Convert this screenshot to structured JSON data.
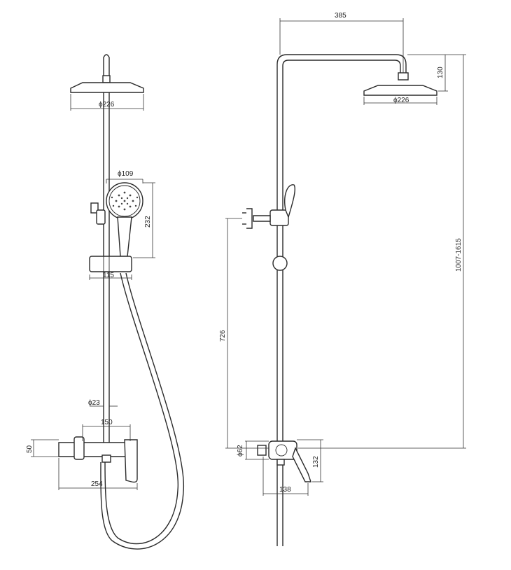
{
  "front_view": {
    "head_diameter": "ϕ226",
    "hand_diameter": "ϕ109",
    "hand_height": "232",
    "holder_width": "115",
    "rod_diameter": "ϕ23",
    "mixer_centers": "150",
    "mixer_height": "50",
    "mixer_length": "254"
  },
  "side_view": {
    "arm_length": "385",
    "head_height": "130",
    "head_diameter": "ϕ226",
    "total_height": "1007-1615",
    "inlet_height": "726",
    "mixer_diameter": "ϕ62",
    "spout_height": "132",
    "mixer_depth": "138"
  }
}
